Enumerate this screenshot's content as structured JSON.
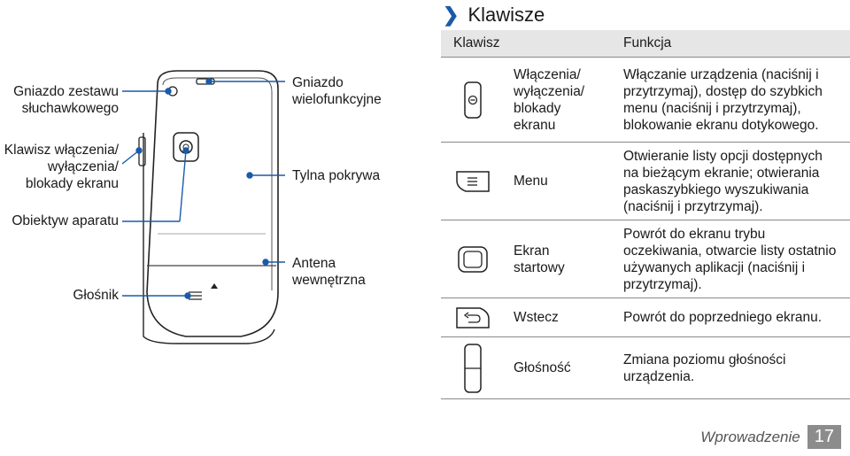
{
  "callouts": {
    "headset_jack": [
      "Gniazdo zestawu",
      "słuchawkowego"
    ],
    "power_key": [
      "Klawisz włączenia/",
      "wyłączenia/",
      "blokady ekranu"
    ],
    "camera": "Obiektyw aparatu",
    "speaker": "Głośnik",
    "multifunction_jack": [
      "Gniazdo",
      "wielofunkcyjne"
    ],
    "back_cover": "Tylna pokrywa",
    "antenna": [
      "Antena",
      "wewnętrzna"
    ]
  },
  "section": {
    "title": "Klawisze"
  },
  "table": {
    "header_key": "Klawisz",
    "header_function": "Funkcja",
    "rows": [
      {
        "icon": "power-key-icon",
        "name": [
          "Włączenia/",
          "wyłączenia/",
          "blokady",
          "ekranu"
        ],
        "function": [
          "Włączanie urządzenia (naciśnij i",
          "przytrzymaj), dostęp do szybkich",
          "menu (naciśnij i przytrzymaj),",
          "blokowanie ekranu dotykowego."
        ]
      },
      {
        "icon": "menu-key-icon",
        "name": [
          "Menu"
        ],
        "function": [
          "Otwieranie listy opcji dostępnych",
          "na bieżącym ekranie; otwierania",
          "paskaszybkiego wyszukiwania",
          "(naciśnij i przytrzymaj)."
        ]
      },
      {
        "icon": "home-key-icon",
        "name": [
          "Ekran",
          "startowy"
        ],
        "function": [
          "Powrót do ekranu trybu",
          "oczekiwania, otwarcie listy ostatnio",
          "używanych aplikacji (naciśnij i",
          "przytrzymaj)."
        ]
      },
      {
        "icon": "back-key-icon",
        "name": [
          "Wstecz"
        ],
        "function": [
          "Powrót do poprzedniego ekranu."
        ]
      },
      {
        "icon": "volume-key-icon",
        "name": [
          "Głośność"
        ],
        "function": [
          "Zmiana poziomu głośności",
          "urządzenia."
        ]
      }
    ]
  },
  "footer": {
    "section": "Wprowadzenie",
    "page": "17"
  },
  "colors": {
    "accent": "#1a5aa8",
    "header_bg": "#e6e6e6",
    "page_badge": "#8c8c8c"
  }
}
